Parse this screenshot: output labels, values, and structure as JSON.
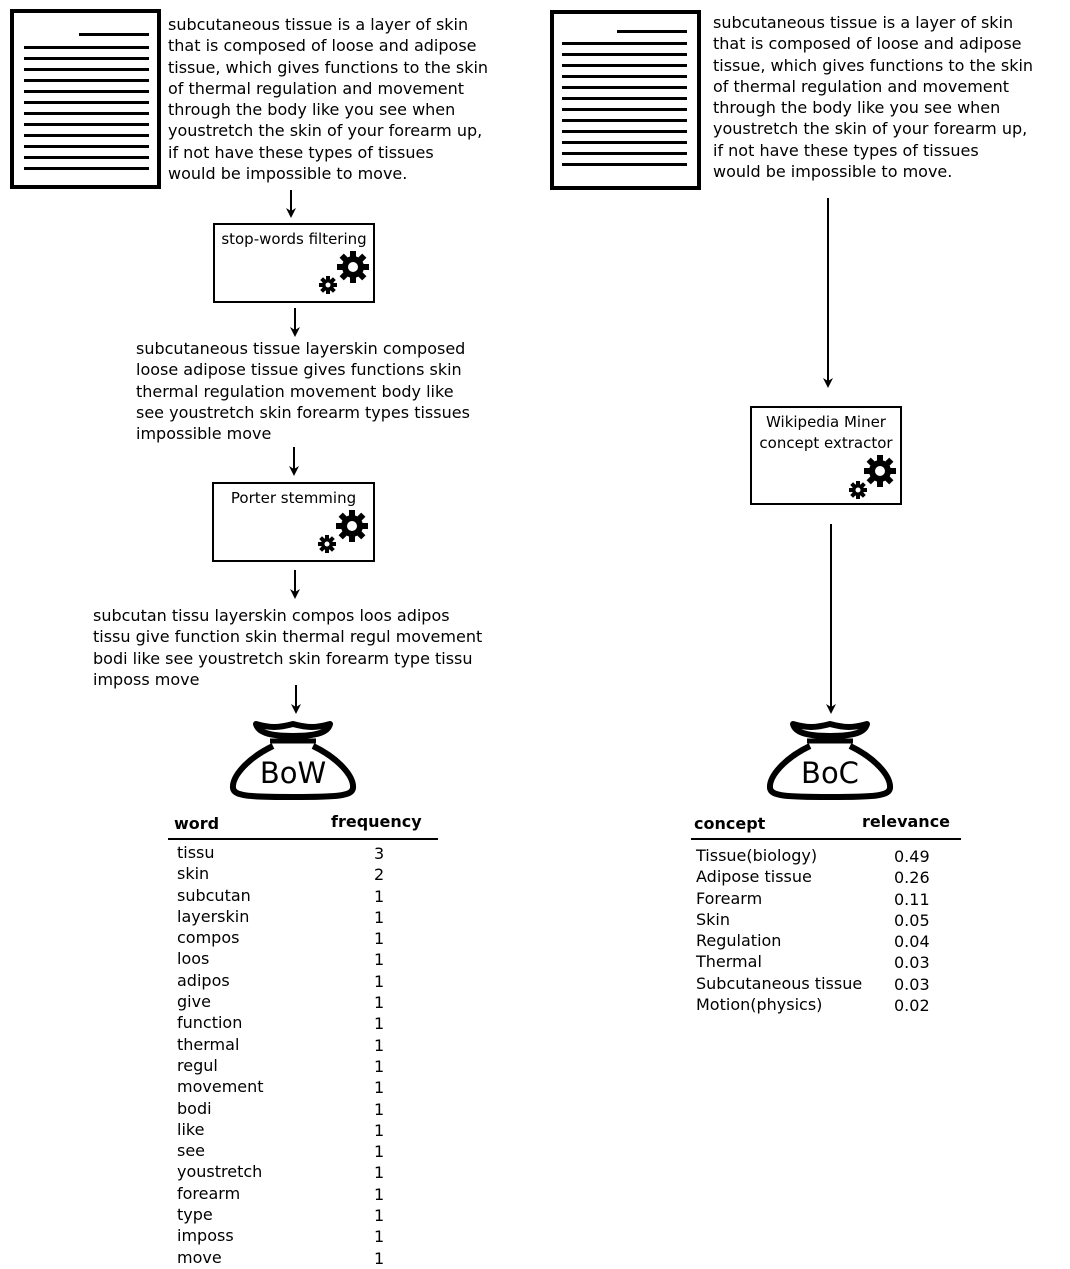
{
  "left_pipeline": {
    "input_text_lines": [
      "subcutaneous tissue is a layer of skin",
      "that is composed of loose and adipose",
      "tissue, which gives functions to the skin",
      "of thermal regulation and movement",
      "through the body like you see when",
      "youstretch the skin of your forearm up,",
      "if not have these types of tissues",
      "would be impossible to move."
    ],
    "step1_label": "stop-words filtering",
    "filtered_text_lines": [
      "subcutaneous tissue layerskin composed",
      "loose adipose tissue gives functions skin",
      "thermal regulation movement body like",
      "see youstretch skin forearm types tissues",
      "impossible move"
    ],
    "step2_label": "Porter stemming",
    "stemmed_text_lines": [
      "subcutan tissu layerskin compos loos adipos",
      "tissu give function skin thermal regul movement",
      "bodi like see youstretch skin forearm type tissu",
      "imposs move"
    ],
    "bag_label": "BoW",
    "table": {
      "col1_header": "word",
      "col2_header": "frequency",
      "rows": [
        {
          "word": "tissu",
          "frequency": "3"
        },
        {
          "word": "skin",
          "frequency": "2"
        },
        {
          "word": "subcutan",
          "frequency": "1"
        },
        {
          "word": "layerskin",
          "frequency": "1"
        },
        {
          "word": "compos",
          "frequency": "1"
        },
        {
          "word": "loos",
          "frequency": "1"
        },
        {
          "word": "adipos",
          "frequency": "1"
        },
        {
          "word": "give",
          "frequency": "1"
        },
        {
          "word": "function",
          "frequency": "1"
        },
        {
          "word": "thermal",
          "frequency": "1"
        },
        {
          "word": "regul",
          "frequency": "1"
        },
        {
          "word": "movement",
          "frequency": "1"
        },
        {
          "word": "bodi",
          "frequency": "1"
        },
        {
          "word": "like",
          "frequency": "1"
        },
        {
          "word": "see",
          "frequency": "1"
        },
        {
          "word": "youstretch",
          "frequency": "1"
        },
        {
          "word": "forearm",
          "frequency": "1"
        },
        {
          "word": "type",
          "frequency": "1"
        },
        {
          "word": "imposs",
          "frequency": "1"
        },
        {
          "word": "move",
          "frequency": "1"
        }
      ]
    }
  },
  "right_pipeline": {
    "input_text_lines": [
      "subcutaneous tissue is a layer of skin",
      "that is composed of loose and adipose",
      "tissue, which gives functions to the skin",
      "of thermal regulation and movement",
      "through the body like you see when",
      "youstretch the skin of your forearm up,",
      "if not have these types of tissues",
      "would be impossible to move."
    ],
    "step_label_lines": [
      "Wikipedia Miner",
      "concept extractor"
    ],
    "bag_label": "BoC",
    "table": {
      "col1_header": "concept",
      "col2_header": "relevance",
      "rows": [
        {
          "concept": "Tissue(biology)",
          "relevance": "0.49"
        },
        {
          "concept": "Adipose tissue",
          "relevance": "0.26"
        },
        {
          "concept": "Forearm",
          "relevance": "0.11"
        },
        {
          "concept": "Skin",
          "relevance": "0.05"
        },
        {
          "concept": "Regulation",
          "relevance": "0.04"
        },
        {
          "concept": "Thermal",
          "relevance": "0.03"
        },
        {
          "concept": "Subcutaneous tissue",
          "relevance": "0.03"
        },
        {
          "concept": "Motion(physics)",
          "relevance": "0.02"
        }
      ]
    }
  },
  "icons": {
    "document": "document-icon",
    "gears": "gears-icon",
    "bag": "money-bag-icon"
  }
}
